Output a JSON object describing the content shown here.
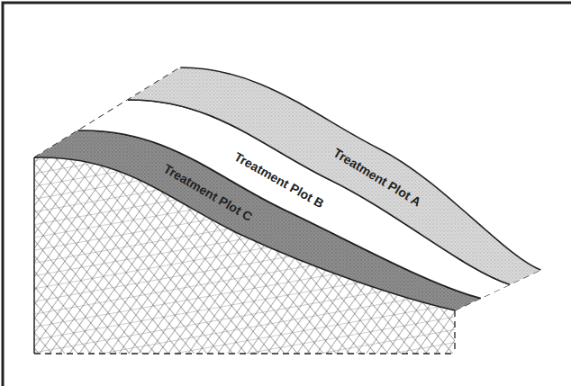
{
  "diagram": {
    "nodes": [
      {
        "text": [
          "Treatment Plot A"
        ]
      },
      {
        "text": [
          "Treatment Plot B"
        ]
      },
      {
        "text": [
          "Treatment Plot C"
        ]
      }
    ]
  }
}
